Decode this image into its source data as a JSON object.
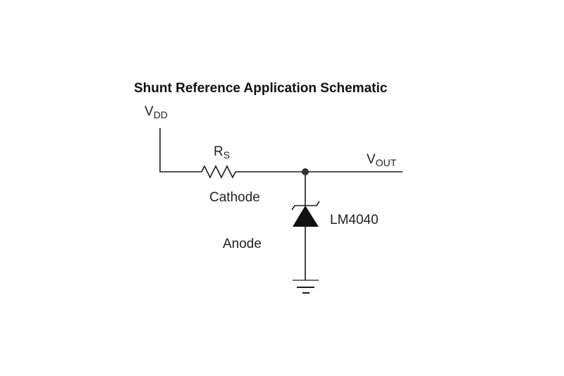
{
  "title": "Shunt Reference Application Schematic",
  "labels": {
    "vdd": {
      "main": "V",
      "sub": "DD"
    },
    "rs": {
      "main": "R",
      "sub": "S"
    },
    "vout": {
      "main": "V",
      "sub": "OUT"
    },
    "cathode": "Cathode",
    "anode": "Anode",
    "part": "LM4040"
  },
  "components": {
    "resistor": "resistor-icon",
    "zener": "zener-diode-icon",
    "ground": "ground-icon",
    "node": "junction-dot-icon"
  },
  "colors": {
    "wire": "#1a1a1a",
    "text": "#222222"
  }
}
